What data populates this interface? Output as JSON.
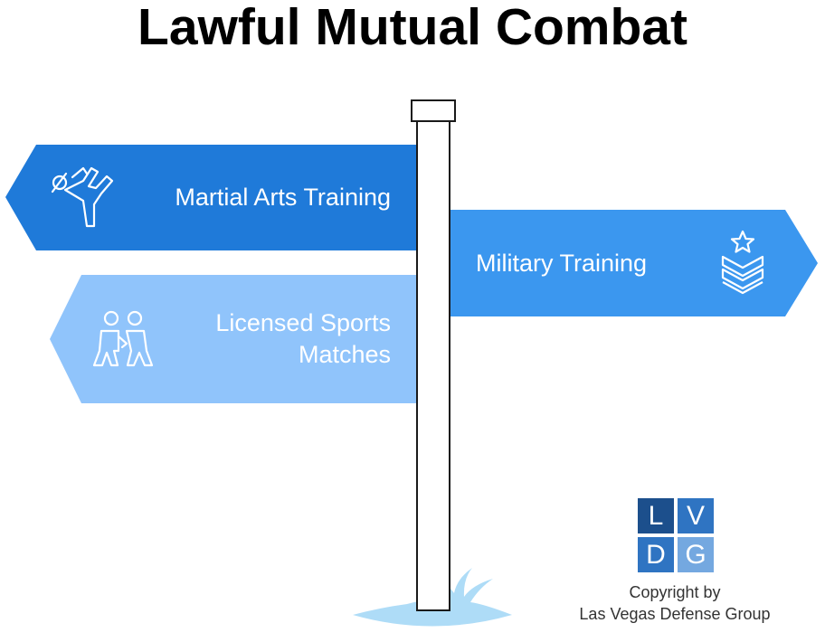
{
  "title": "Lawful Mutual Combat",
  "signs": [
    {
      "label": "Martial Arts Training",
      "icon": "martial-arts-kick-icon",
      "color": "#1f7ad9"
    },
    {
      "label": "Military Training",
      "icon": "military-rank-chevron-star-icon",
      "color": "#3b97ef"
    },
    {
      "label_line1": "Licensed Sports",
      "label_line2": "Matches",
      "icon": "sparring-fighters-icon",
      "color": "#90c4fb"
    }
  ],
  "logo": {
    "letters": [
      "L",
      "V",
      "D",
      "G"
    ],
    "colors": {
      "dark": "#1c4f8c",
      "medium": "#2f74c2",
      "light": "#74a8e0"
    }
  },
  "copyright": {
    "line1": "Copyright by",
    "line2": "Las Vegas Defense Group"
  },
  "colors": {
    "post_stroke": "#1a1a1a",
    "water": "#aedcf7"
  }
}
